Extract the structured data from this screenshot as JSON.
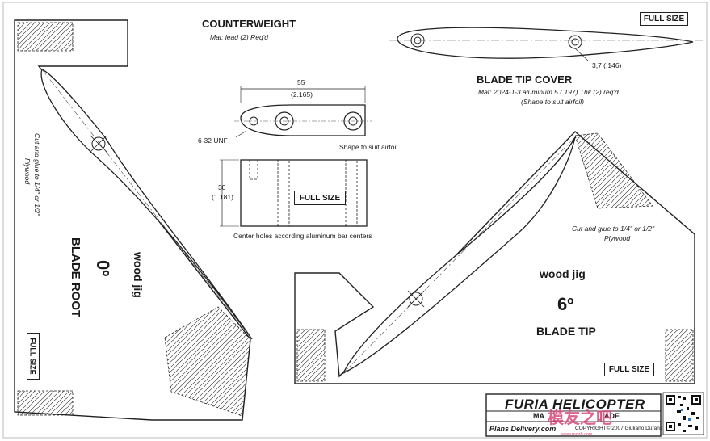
{
  "counterweight": {
    "title": "COUNTERWEIGHT",
    "material": "Mat: lead (2) Req'd",
    "width_mm": "55",
    "width_in": "(2.165)",
    "height_mm": "30",
    "height_in": "(1.181)",
    "thread": "6-32 UNF",
    "shape_note": "Shape to suit airfoil",
    "full_size": "FULL SIZE",
    "center_note": "Center holes according aluminum bar centers"
  },
  "tip_cover": {
    "title": "BLADE TIP COVER",
    "material": "Mat: 2024-T-3 aluminum 5 (.197) Thk (2) req'd",
    "shape_note": "(Shape to suit airfoil)",
    "hole_dim": "3,7 (.146)",
    "full_size": "FULL SIZE"
  },
  "root_jig": {
    "label": "wood jig",
    "angle": "0º",
    "name": "BLADE ROOT",
    "glue_note_1": "Cut and glue to 1/4\" or 1/2\"",
    "glue_note_2": "Plywood",
    "full_size": "FULL SIZE"
  },
  "tip_jig": {
    "label": "wood jig",
    "angle": "6º",
    "name": "BLADE TIP",
    "glue_note_1": "Cut and glue to 1/4\" or 1/2\"",
    "glue_note_2": "Plywood",
    "full_size": "FULL SIZE"
  },
  "title_block": {
    "brand": "FURIA HELICOPTER",
    "line2_left": "MA",
    "line2_right": "ADE",
    "footer": "Plans Delivery.com",
    "copyright": "COPYRIGHT© 2007 Giuliano Durans",
    "watermark": "模友之吧",
    "watermark_url": "www.moz8.com"
  }
}
